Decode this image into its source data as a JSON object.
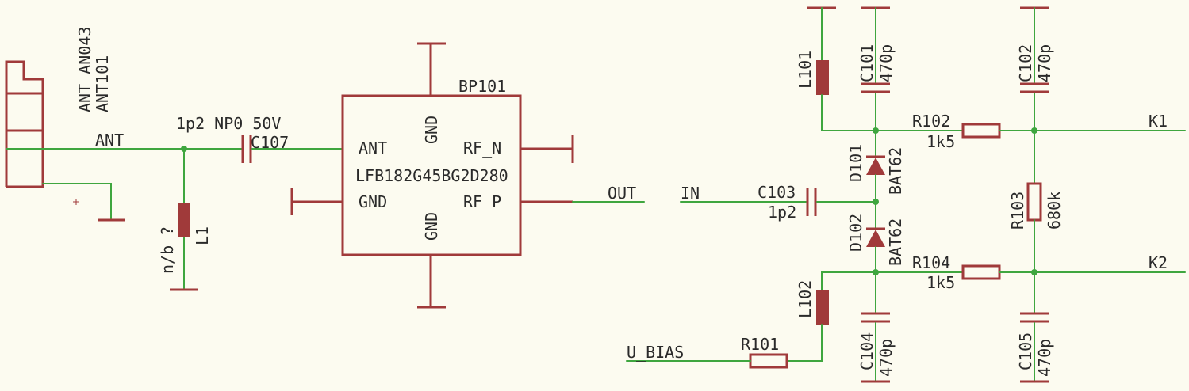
{
  "title": "",
  "antenna": {
    "part": "ANT_AN043",
    "ref": "ANT101",
    "net": "ANT"
  },
  "nets": {
    "ant": "ANT",
    "out": "OUT",
    "in": "IN",
    "vbias": "U_BIAS",
    "k1": "K1",
    "k2": "K2"
  },
  "components": {
    "c107": {
      "ref": "C107",
      "value": "1p2 NP0 50V"
    },
    "l1": {
      "ref": "L1",
      "value": "n/b ?"
    },
    "bp101": {
      "ref": "BP101",
      "part": "LFB182G45BG2D280",
      "pins": {
        "ant": "ANT",
        "gnd_left": "GND",
        "gnd_top": "GND",
        "gnd_bottom": "GND",
        "rf_n": "RF_N",
        "rf_p": "RF_P"
      }
    },
    "l101": {
      "ref": "L101"
    },
    "l102": {
      "ref": "L102"
    },
    "c101": {
      "ref": "C101",
      "value": "470p"
    },
    "c102": {
      "ref": "C102",
      "value": "470p"
    },
    "c103": {
      "ref": "C103",
      "value": "1p2"
    },
    "c104": {
      "ref": "C104",
      "value": "470p"
    },
    "c105": {
      "ref": "C105",
      "value": "470p"
    },
    "d101": {
      "ref": "D101",
      "value": "BAT62"
    },
    "d102": {
      "ref": "D102",
      "value": "BAT62"
    },
    "r101": {
      "ref": "R101"
    },
    "r102": {
      "ref": "R102",
      "value": "1k5"
    },
    "r103": {
      "ref": "R103",
      "value": "680k"
    },
    "r104": {
      "ref": "R104",
      "value": "1k5"
    }
  },
  "colors": {
    "background": "#fcfbf0",
    "wire": "#3fa63f",
    "symbol": "#a03a3a",
    "text": "#2a2a2a"
  }
}
